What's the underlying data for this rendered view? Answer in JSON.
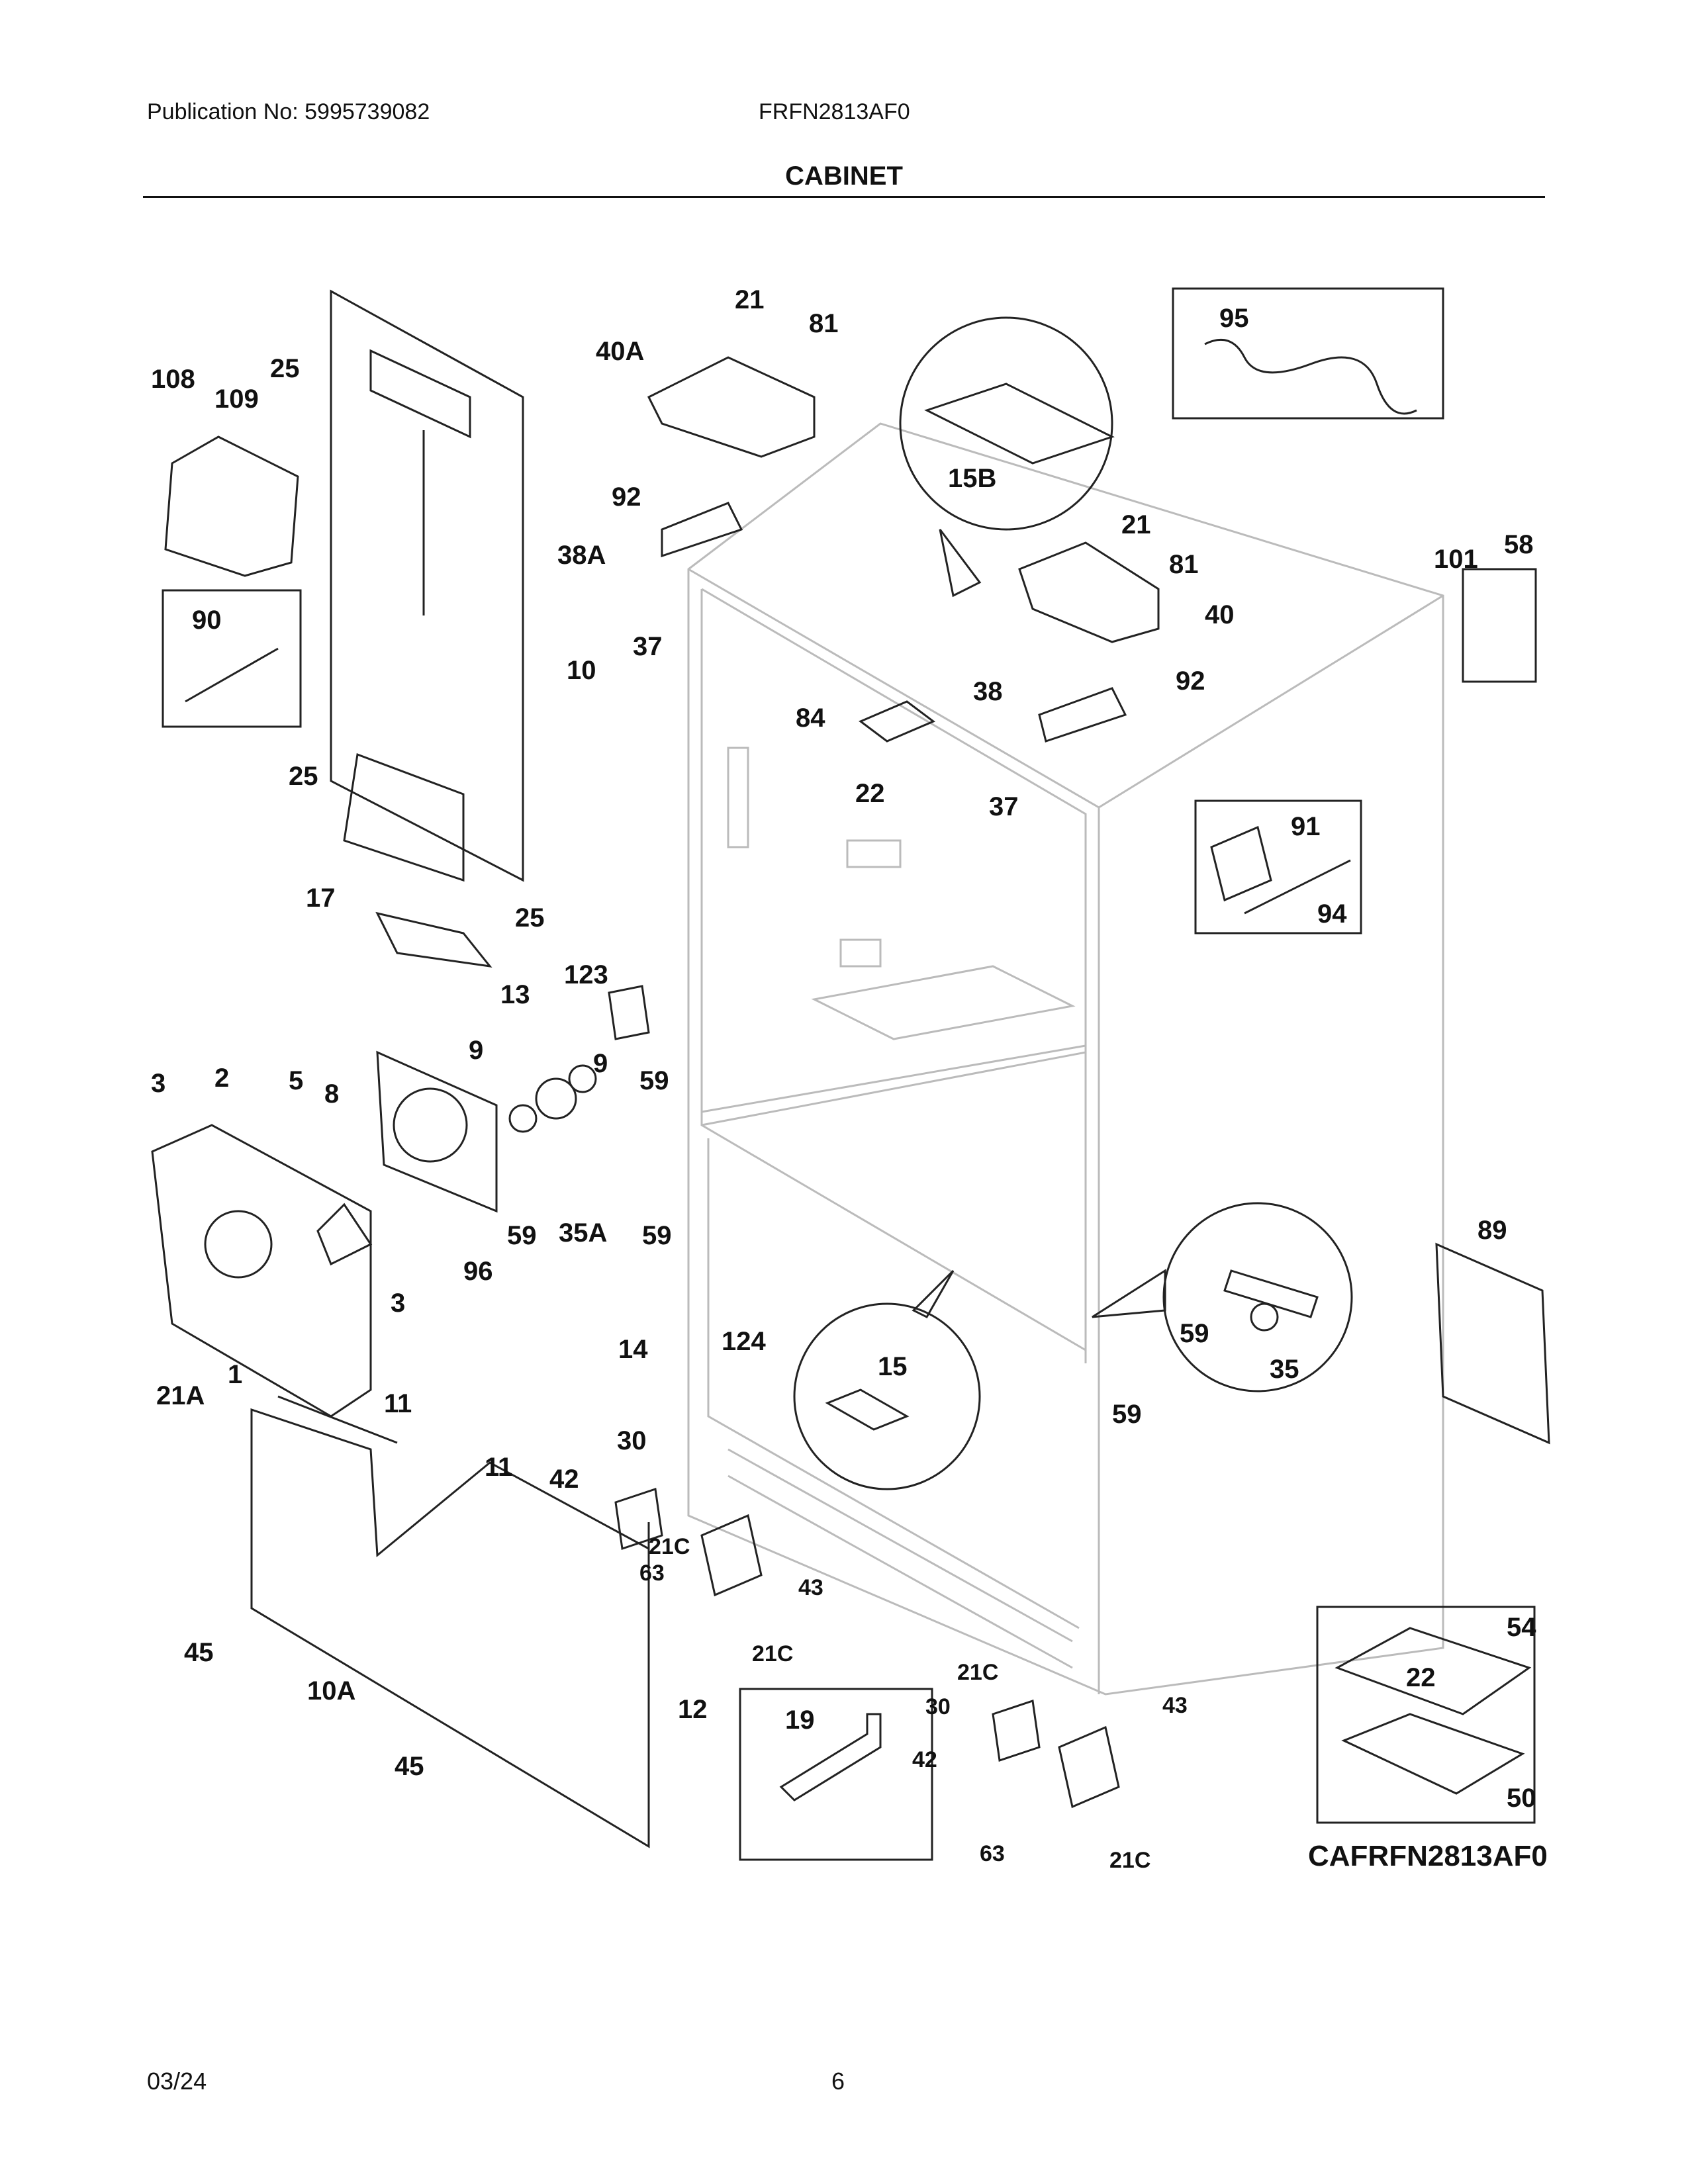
{
  "header": {
    "publication": "Publication No: 5995739082",
    "model": "FRFN2813AF0",
    "section_title": "CABINET"
  },
  "footer": {
    "date": "03/24",
    "page": "6"
  },
  "diagram_id": "CAFRFN2813AF0",
  "callouts": [
    "21",
    "81",
    "40A",
    "92",
    "38A",
    "37",
    "108",
    "25",
    "109",
    "10",
    "90",
    "95",
    "15B",
    "21",
    "81",
    "40",
    "92",
    "38",
    "84",
    "22",
    "37",
    "101",
    "58",
    "91",
    "94",
    "25",
    "17",
    "25",
    "13",
    "123",
    "9",
    "9",
    "3",
    "2",
    "5",
    "8",
    "59",
    "59",
    "35A",
    "59",
    "96",
    "14",
    "3",
    "1",
    "21A",
    "89",
    "59",
    "35",
    "59",
    "15",
    "124",
    "11",
    "30",
    "42",
    "11",
    "21C",
    "63",
    "43",
    "21C",
    "45",
    "10A",
    "12",
    "45",
    "19",
    "21C",
    "30",
    "42",
    "43",
    "63",
    "21C",
    "54",
    "22",
    "50"
  ]
}
